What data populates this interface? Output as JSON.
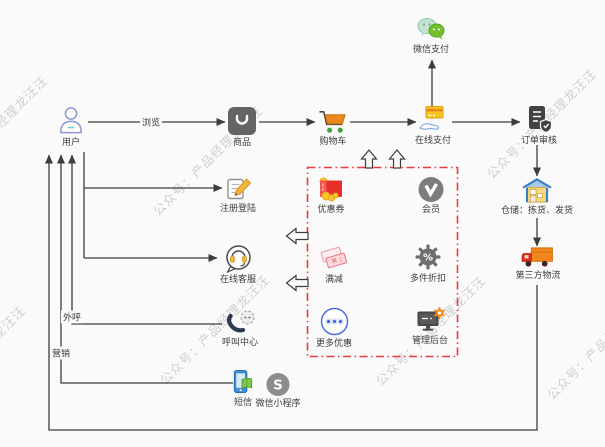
{
  "watermark": {
    "text": "公众号：产品经理龙汪汪"
  },
  "nodes": {
    "user": {
      "label": "用户"
    },
    "product": {
      "label": "商品"
    },
    "cart": {
      "label": "购物车"
    },
    "online_payment": {
      "label": "在线支付"
    },
    "wechat_pay": {
      "label": "微信支付"
    },
    "order_review": {
      "label": "订单审核"
    },
    "warehouse": {
      "label": "仓储：拣货、发货"
    },
    "logistics": {
      "label": "第三方物流"
    },
    "register": {
      "label": "注册登陆"
    },
    "online_service": {
      "label": "在线客服"
    },
    "call_center": {
      "label": "呼叫中心"
    },
    "sms": {
      "label": "短信"
    },
    "mini_program": {
      "label": "微信小程序"
    }
  },
  "edge_labels": {
    "browse": "浏览",
    "outbound_call": "外呼",
    "marketing": "营销"
  },
  "promo": {
    "items": {
      "coupon": {
        "label": "优惠券"
      },
      "member": {
        "label": "会员"
      },
      "full_reduction": {
        "label": "满减"
      },
      "multi_discount": {
        "label": "多件折扣"
      },
      "more_offers": {
        "label": "更多优惠"
      },
      "admin_console": {
        "label": "管理后台"
      }
    }
  },
  "colors": {
    "background": "#fafafa",
    "line": "#3d3d3d",
    "promo_border": "#ee3a3a",
    "watermark": "#cfcfcf"
  }
}
